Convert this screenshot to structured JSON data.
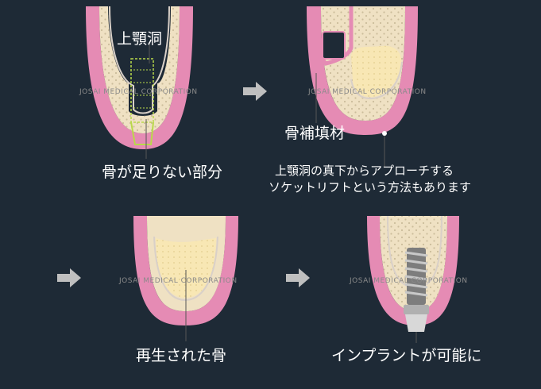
{
  "labels": {
    "sinus": "上顎洞",
    "insufficient_bone": "骨が足りない部分",
    "graft": "骨補填材",
    "note_line1": "上顎洞の真下からアプローチする",
    "note_line2": "ソケットリフトという方法もあります",
    "regenerated": "再生された骨",
    "implant_possible": "インプラントが可能に"
  },
  "watermark": "JOSAI MEDICAL CORPORATION",
  "colors": {
    "background": "#1e2a36",
    "gum": "#e58bb4",
    "sinus_membrane": "#d9d0c8",
    "bone": "#efe1c3",
    "bone_dots": "#cbbd9b",
    "graft": "#f8e7b4",
    "implant_guide": "#b9d94a",
    "arrow": "#bfbfbf"
  }
}
